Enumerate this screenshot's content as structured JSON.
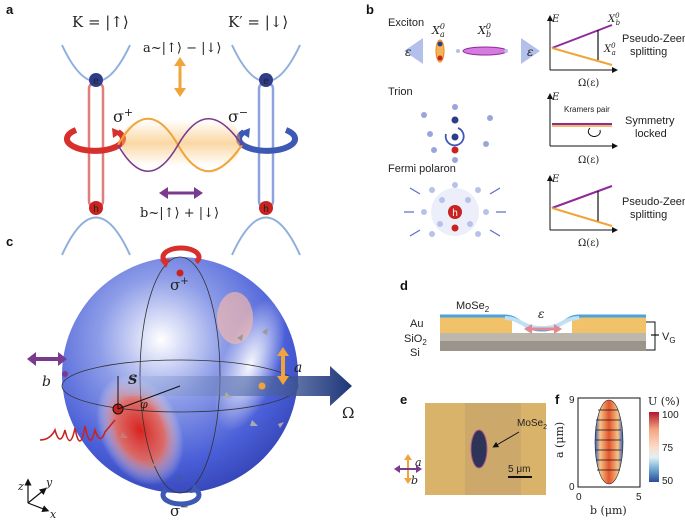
{
  "panels": {
    "a": "a",
    "b": "b",
    "c": "c",
    "d": "d",
    "e": "e",
    "f": "f"
  },
  "panel_a": {
    "K_label": "K = |↑⟩",
    "Kp_label": "K′ = |↓⟩",
    "sigma_plus": "σ",
    "sigma_plus_sup": "+",
    "sigma_minus": "σ",
    "sigma_minus_sup": "−",
    "a_state": "a~|↑⟩ − |↓⟩",
    "b_state": "b~|↑⟩ + |↓⟩",
    "electron": "e",
    "hole": "h",
    "colors": {
      "red": "#d7302c",
      "blue": "#3e59b3",
      "orange": "#f0a43a",
      "purple": "#7a3b8f"
    }
  },
  "panel_b": {
    "rows": [
      {
        "name": "Exciton",
        "text": "Pseudo-Zeeman splitting",
        "text_lines": [
          "Pseudo-Zeeman",
          "splitting"
        ]
      },
      {
        "name": "Trion",
        "text": "Symmetry locked",
        "text_lines": [
          "Symmetry",
          "locked"
        ],
        "annotation": "Kramers pair"
      },
      {
        "name": "Fermi polaron",
        "text": "Pseudo-Zeeman splitting",
        "text_lines": [
          "Pseudo-Zeeman",
          "splitting"
        ]
      }
    ],
    "axis_y": "E",
    "axis_x": "Ω(ε)",
    "epsilon": "ε",
    "Xa": "X",
    "Xa_sub": "a",
    "Xb": "X",
    "Xb_sub": "b",
    "X_sup": "0"
  },
  "panel_c": {
    "sigma_plus": "σ",
    "sigma_plus_sup": "+",
    "sigma_minus": "σ",
    "sigma_minus_sup": "−",
    "b": "b",
    "a": "a",
    "S": "S",
    "phi": "φ",
    "Omega": "Ω",
    "axes": [
      "z",
      "y",
      "x"
    ]
  },
  "panel_d": {
    "material": "MoSe",
    "material_sub": "2",
    "layers": [
      {
        "label": "Au",
        "label_sub": ""
      },
      {
        "label": "SiO",
        "label_sub": "2"
      },
      {
        "label": "Si",
        "label_sub": ""
      }
    ],
    "epsilon": "ε",
    "gate": "V",
    "gate_sub": "G"
  },
  "panel_e": {
    "material": "MoSe",
    "material_sub": "2",
    "scalebar": "5 μm",
    "a": "a",
    "b": "b"
  },
  "panel_f": {
    "ylabel": "a (μm)",
    "xlabel": "b (μm)",
    "y_ticks": [
      "0",
      "9"
    ],
    "x_ticks": [
      "0",
      "5"
    ],
    "colorbar_title": "U (%)",
    "colorbar_ticks": [
      "100",
      "75",
      "50"
    ]
  }
}
